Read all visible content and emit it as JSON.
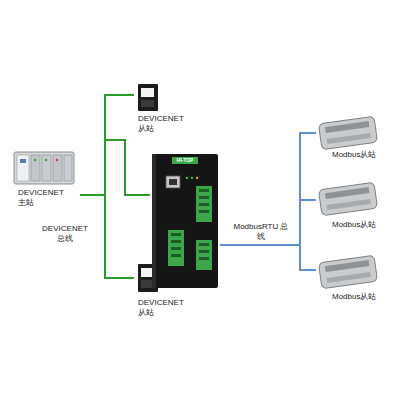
{
  "diagram": {
    "nodes": [
      {
        "text": [
          "DEVICENET主站"
        ]
      },
      {
        "text": [
          "DEVICENET 从站"
        ]
      },
      {
        "text": [
          "HI-TOP"
        ]
      },
      {
        "text": [
          "DEVICENET 从站"
        ]
      },
      {
        "text": [
          "Modbus从站"
        ]
      },
      {
        "text": [
          "Modbus从站"
        ]
      },
      {
        "text": [
          "Modbus从站"
        ]
      }
    ],
    "edges": [
      {
        "from": 0,
        "to": 1,
        "arrow": "none"
      },
      {
        "from": 0,
        "to": 2,
        "arrow": "none"
      },
      {
        "from": 0,
        "to": 3,
        "arrow": "none"
      },
      {
        "from": 2,
        "to": 4,
        "arrow": "none"
      },
      {
        "from": 2,
        "to": 5,
        "arrow": "none"
      },
      {
        "from": 2,
        "to": 6,
        "arrow": "none"
      }
    ],
    "labels": [
      "DEVICENET 总线",
      "ModbusRTU 总线"
    ]
  }
}
